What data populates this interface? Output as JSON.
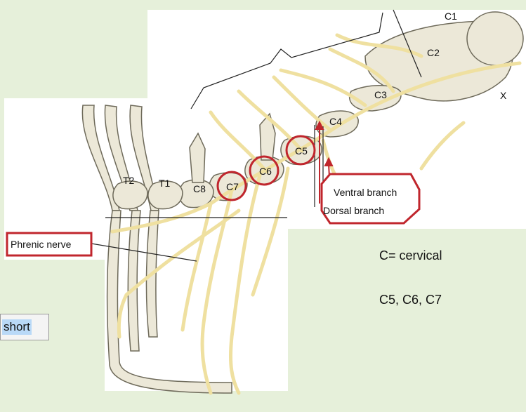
{
  "figure": {
    "vertebra_labels": [
      "C1",
      "C2",
      "C3",
      "C4",
      "C5",
      "C6",
      "C7",
      "C8",
      "T1",
      "T2",
      "X"
    ],
    "nerve_labels": {
      "phrenic": "Phrenic nerve",
      "ventral": "Ventral branch",
      "dorsal": "Dorsal branch"
    }
  },
  "notes": {
    "line1": "C= cervical",
    "line2": "C5, C6, C7"
  },
  "short_button": {
    "label": "short"
  },
  "colors": {
    "background": "#e6f0da",
    "nerve": "#efe0a0",
    "nerve_stroke": "#8a7a40",
    "bone": "#ece8d8",
    "highlight": "#c0262d"
  }
}
